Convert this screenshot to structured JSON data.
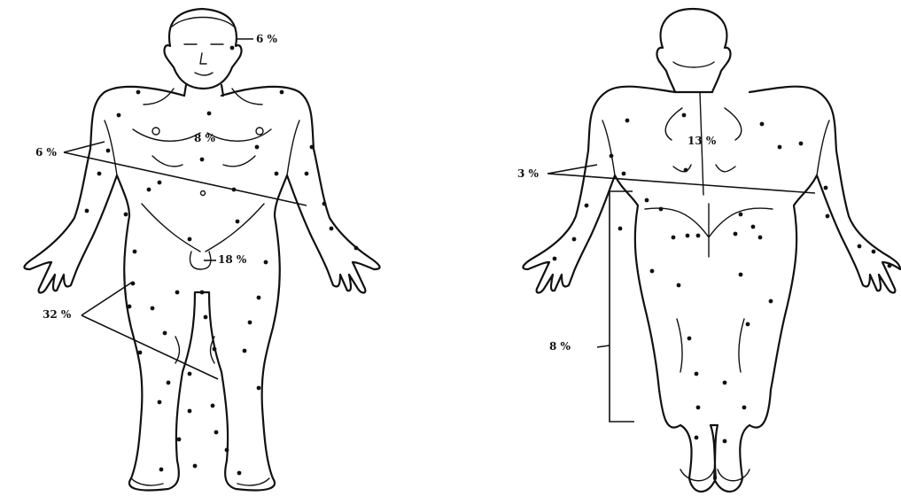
{
  "labels": {
    "face": "6 %",
    "front_arm": "6 %",
    "front_trunk": "8 %",
    "genital": "18 %",
    "front_leg": "32 %",
    "back_arm": "3 %",
    "back_trunk": "13 %",
    "back_leg": "8 %"
  },
  "colors": {
    "ink": "#111111",
    "background": "#ffffff"
  }
}
